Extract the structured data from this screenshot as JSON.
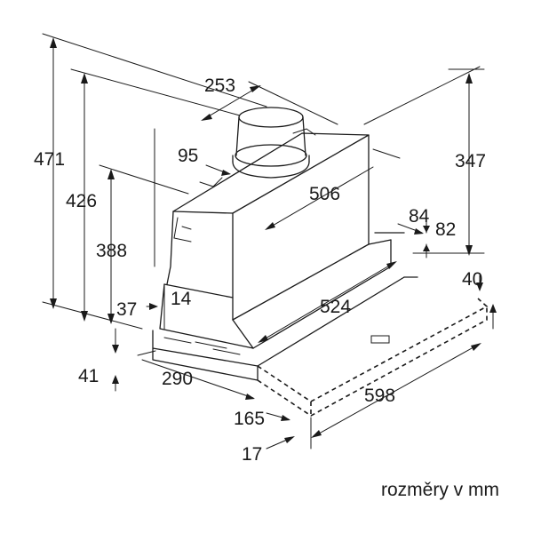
{
  "dimensions": {
    "d471": "471",
    "d426": "426",
    "d388": "388",
    "d253": "253",
    "d95": "95",
    "d506": "506",
    "d347": "347",
    "d84": "84",
    "d82": "82",
    "d40": "40",
    "d524": "524",
    "d37": "37",
    "d14": "14",
    "d41": "41",
    "d290": "290",
    "d598": "598",
    "d165": "165",
    "d17": "17"
  },
  "caption": "rozměry v mm"
}
